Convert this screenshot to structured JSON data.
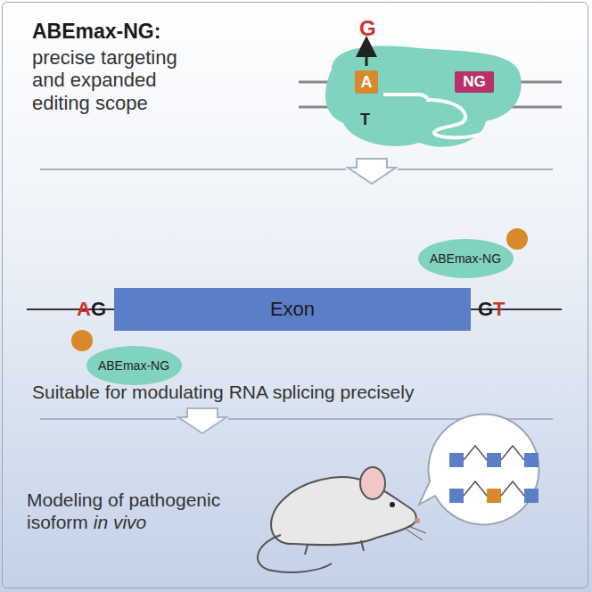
{
  "diagram": {
    "nodes": [
      {
        "text": [
          "A"
        ]
      },
      {
        "text": [
          "NG"
        ]
      },
      {
        "text": [
          "ABEmax-NG"
        ]
      },
      {
        "text": [
          "Exon"
        ]
      },
      {
        "text": [
          "ABEmax-NG"
        ]
      }
    ],
    "labels": [
      "ABEmax-NG:",
      "precise targeting and expanded editing scope",
      "G",
      "T",
      "A",
      "G",
      "G",
      "T",
      "Suitable for modulating RNA splicing precisely",
      "Modeling of pathogenic isoform",
      "in vivo"
    ]
  }
}
